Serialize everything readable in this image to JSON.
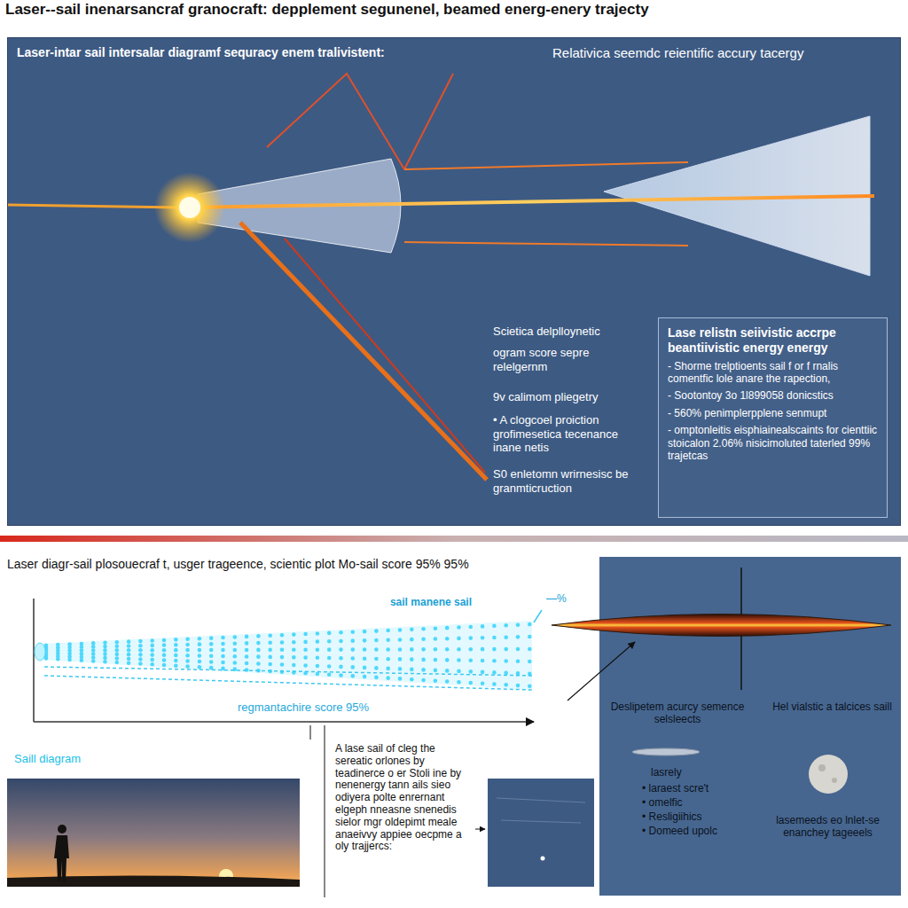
{
  "diagram": {
    "title": "Laser--sail inenarsancraf granocraft: depplement segunenel, beamed energ-enery trajecty",
    "nodes": [
      {
        "text": [
          "Laser-intar sail intersalar diagramf sequracy enem tralivistent:",
          "Relativica seemdc reientific accury tacergy"
        ]
      },
      {
        "text": [
          "Lase relistn seiivistic accrpe beantiivistic energy energy",
          "- Shorme trelptioents sail f or f rnalis comentfic lole anare the rapection,",
          "- Sootontoy 3o 1l899058 donicstics",
          "- 560% penimplerpplene senmupt",
          "- omptonleitis eisphiainealscaints for cienttiic stoicalon 2.06% nisicimoluted taterled 99% trajetcas"
        ],
        "in": 0
      },
      {
        "text": [
          "Deslipetem acurcy semence selsleects",
          "Hel vialstic a talcices saill",
          "lasrely",
          "• laraest scre't",
          "• omelfic",
          "• Resligiihics",
          "• Domeed upolc",
          "lasemeeds eo lnlet-se enanchey tageeels"
        ]
      }
    ],
    "labels": [
      "Scietica delplloynetic",
      "ogram score sepre relelgernm",
      "9v calimom pliegetry",
      "• A clogcoel proiction grofimesetica tecenance inane netis",
      "S0 enletomn wrirnesisc be granmticruction",
      "Laser diagr-sail plosouecraf t, usger trageence, scientic plot Mo-sail score 95% 95%",
      "sail manene sail",
      "—%",
      "regmantachire score 95%",
      "Saill diagram",
      "A lase sail of cleg the sereatic orlones by teadinerce o er Stoli ine by nenenergy tann ails sieo odiyera polte enrernant elgeph nneasne snenedis sielor mgr oldepimt meale anaeivvy appiee oecpme a oly trajjercs:"
    ]
  }
}
